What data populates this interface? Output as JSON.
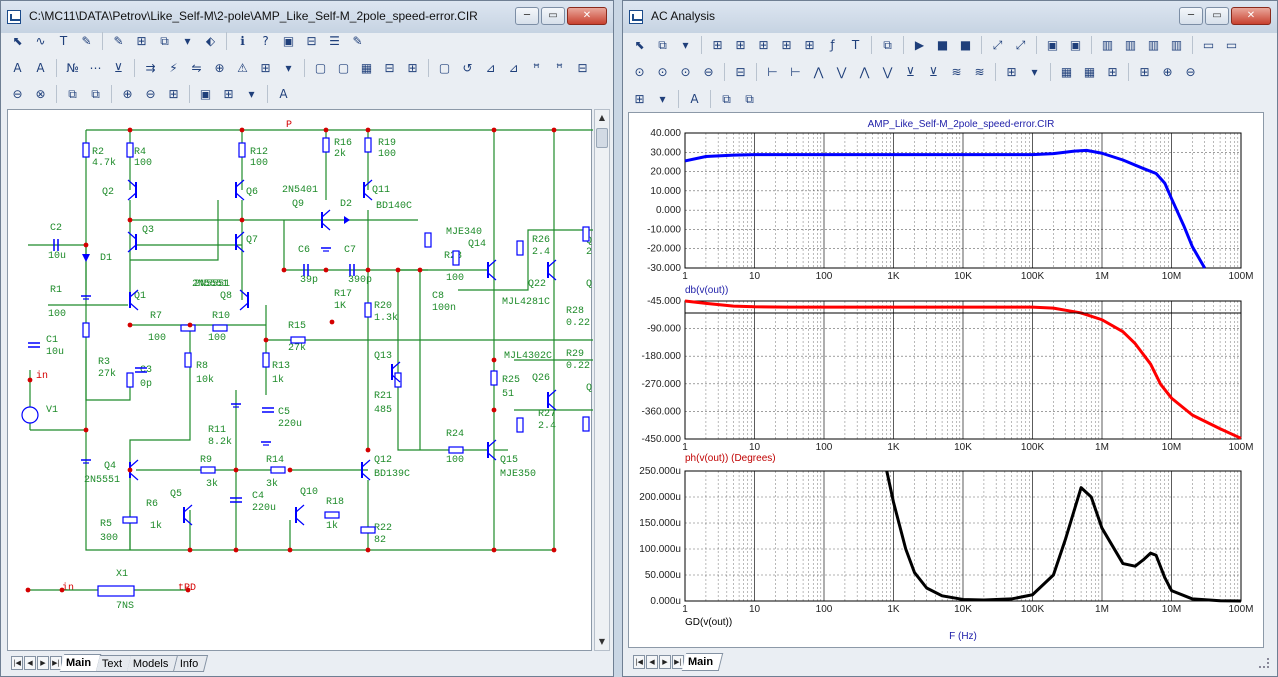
{
  "left_window": {
    "title": "C:\\MC11\\DATA\\Petrov\\Like_Self-M\\2-pole\\AMP_Like_Self-M_2pole_speed-error.CIR",
    "buttons": {
      "minimize": "─",
      "maximize": "▭",
      "close": "✕"
    },
    "toolbar_rows": [
      [
        "⬉",
        "∿",
        "T",
        "✎",
        "✎",
        "⊞",
        "⧉",
        "▾",
        "⬖",
        "ℹ",
        "?",
        "▣",
        "⊟",
        "☰",
        "✎"
      ],
      [
        "A",
        "A",
        "№",
        "⋯",
        "⊻",
        "⇉",
        "⚡",
        "⇋",
        "⊕",
        "⚠",
        "⊞",
        "▾",
        "▢",
        "▢",
        "▦",
        "⊟",
        "⊞",
        "▢",
        "↺",
        "⊿",
        "⊿",
        "ꟸ",
        "ꟸ",
        "⊟"
      ],
      [
        "⊖",
        "⊗",
        "⧉",
        "⧉",
        "⊕",
        "⊖",
        "⊞",
        "▣",
        "⊞",
        "▾",
        "A"
      ]
    ],
    "tabs": [
      "Main",
      "Text",
      "Models",
      "Info"
    ],
    "active_tab": "Main",
    "schematic": {
      "labels": [
        "P",
        "R2",
        "4.7k",
        "R4",
        "100",
        "R12",
        "100",
        "R16",
        "2k",
        "R19",
        "100",
        "Q2",
        "Q6",
        "2N5401",
        "Q9",
        "D2",
        "Q11",
        "BD140C",
        "C2",
        "10u",
        "D1",
        "Q3",
        "Q7",
        "C6",
        "C7",
        "39p",
        "390p",
        "R17",
        "1K",
        "MJE340",
        "Q14",
        "R26",
        "2.4",
        "Q22",
        "R23",
        "100",
        "C8",
        "100n",
        "R20",
        "1.3k",
        "MJL4281C",
        "R28",
        "0.22",
        "2N5551",
        "2N5551",
        "Q1",
        "Q8",
        "R1",
        "100",
        "R7",
        "100",
        "R10",
        "100",
        "R15",
        "27k",
        "C1",
        "10u",
        "R3",
        "27k",
        "C3",
        "0p",
        "R8",
        "10k",
        "R13",
        "1k",
        "Q13",
        "MJL4302C",
        "R29",
        "0.22",
        "in",
        "V1",
        "R25",
        "51",
        "Q26",
        "R21",
        "485",
        "R27",
        "2.4",
        "C5",
        "220u",
        "R11",
        "8.2k",
        "R24",
        "100",
        "Q4",
        "2N5551",
        "R9",
        "3k",
        "R14",
        "3k",
        "Q12",
        "BD139C",
        "Q15",
        "MJE350",
        "Q5",
        "C4",
        "220u",
        "Q10",
        "R6",
        "1k",
        "R18",
        "1k",
        "R5",
        "300",
        "R22",
        "82",
        "X1",
        "in",
        "tPD",
        "7NS",
        "Q",
        "2",
        "Q",
        "Q"
      ]
    }
  },
  "right_window": {
    "title": "AC Analysis",
    "buttons": {
      "minimize": "─",
      "maximize": "▭",
      "close": "✕"
    },
    "toolbar_rows": [
      [
        "⬉",
        "⧉",
        "▾",
        "⊞",
        "⊞",
        "⊞",
        "⊞",
        "⊞",
        "ƒ",
        "T",
        "⧉",
        "▶",
        "■",
        "■",
        "⤢",
        "⤢",
        "▣",
        "▣",
        "▥",
        "▥",
        "▥",
        "▥",
        "▭",
        "▭"
      ],
      [
        "⊙",
        "⊙",
        "⊙",
        "⊖",
        "⊟",
        "⊢",
        "⊢",
        "⋀",
        "⋁",
        "⋀",
        "⋁",
        "⊻",
        "⊻",
        "≋",
        "≋",
        "⊞",
        "▾",
        "▦",
        "▦",
        "⊞",
        "⊞",
        "⊕",
        "⊖"
      ],
      [
        "⊞",
        "▾",
        "A",
        "⧉",
        "⧉"
      ]
    ],
    "tabs": [
      "Main"
    ],
    "active_tab": "Main",
    "x_axis_title": "F (Hz)",
    "x_tick_labels": [
      "1",
      "10",
      "100",
      "1K",
      "10K",
      "100K",
      "1M",
      "10M",
      "100M"
    ]
  },
  "chart_data": [
    {
      "type": "line",
      "title": "AMP_Like_Self-M_2pole_speed-error.CIR",
      "xlabel": "",
      "ylabel": "",
      "series": [
        {
          "name": "db(v(out))",
          "color": "#0000ff",
          "x": [
            1,
            2,
            5,
            10,
            30,
            100,
            1000,
            10000,
            100000,
            200000,
            400000,
            600000,
            1000000,
            2000000,
            4000000,
            6000000,
            8000000,
            10000000,
            15000000,
            20000000,
            30000000
          ],
          "y": [
            25.5,
            27.8,
            28.5,
            28.8,
            28.8,
            28.8,
            28.8,
            28.8,
            28.8,
            29.3,
            30.6,
            31.0,
            29.5,
            26.0,
            21.5,
            19.0,
            14.0,
            6.0,
            -8.0,
            -19.0,
            -30.0
          ]
        }
      ],
      "x_scale": "log",
      "xlim": [
        1,
        100000000
      ],
      "ylim": [
        -30,
        40
      ],
      "yticks": [
        "40.000",
        "30.000",
        "20.000",
        "10.000",
        "0.000",
        "-10.000",
        "-20.000",
        "-30.000"
      ]
    },
    {
      "type": "line",
      "title": "",
      "xlabel": "",
      "ylabel": "",
      "series": [
        {
          "name": "ph(v(out)) (Degrees)",
          "color": "#ff0000",
          "x": [
            1,
            2,
            5,
            10,
            30,
            100,
            1000,
            10000,
            100000,
            200000,
            500000,
            1000000,
            2000000,
            3000000,
            5000000,
            7000000,
            10000000,
            20000000,
            50000000,
            100000000
          ],
          "y": [
            -45,
            -52,
            -60,
            -62,
            -63,
            -63,
            -63,
            -63,
            -63,
            -66,
            -80,
            -100,
            -135,
            -170,
            -230,
            -290,
            -330,
            -380,
            -420,
            -448
          ]
        }
      ],
      "x_scale": "log",
      "xlim": [
        1,
        100000000
      ],
      "ylim": [
        -450,
        -45
      ],
      "yticks": [
        "-45.000",
        "-90.000",
        "-180.000",
        "-270.000",
        "-360.000",
        "-450.000"
      ]
    },
    {
      "type": "line",
      "title": "",
      "xlabel": "F (Hz)",
      "ylabel": "",
      "series": [
        {
          "name": "GD(v(out))",
          "color": "#000000",
          "x": [
            800,
            1000,
            1500,
            2000,
            3000,
            5000,
            10000,
            20000,
            50000,
            100000,
            200000,
            300000,
            500000,
            700000,
            1000000,
            2000000,
            3000000,
            4000000,
            5000000,
            6000000,
            8000000,
            10000000,
            20000000,
            50000000,
            100000000
          ],
          "y": [
            250000,
            190000,
            100000,
            55000,
            25000,
            10000,
            3000,
            2000,
            4000,
            12000,
            50000,
            120000,
            218000,
            200000,
            140000,
            72000,
            67000,
            80000,
            92000,
            88000,
            45000,
            20000,
            4000,
            500,
            0
          ]
        }
      ],
      "x_scale": "log",
      "xlim": [
        1,
        100000000
      ],
      "ylim": [
        0,
        250000
      ],
      "yticks": [
        "250.000u",
        "200.000u",
        "150.000u",
        "100.000u",
        "50.000u",
        "0.000u"
      ]
    }
  ]
}
